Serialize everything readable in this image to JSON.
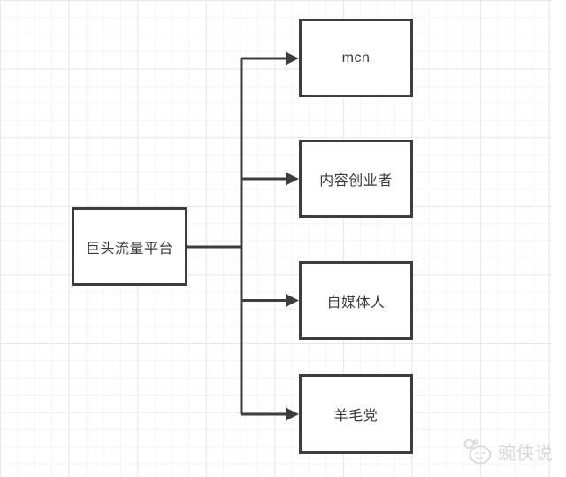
{
  "diagram": {
    "root": {
      "label": "巨头流量平台"
    },
    "children": [
      {
        "label": "mcn"
      },
      {
        "label": "内容创业者"
      },
      {
        "label": "自媒体人"
      },
      {
        "label": "羊毛党"
      }
    ]
  },
  "watermark": {
    "text": "豌侠说",
    "icon": "cat-mascot-icon"
  },
  "colors": {
    "line": "#3d3d3d",
    "node_border": "#3d3d3d",
    "node_fill": "#ffffff",
    "text": "#3a3a3a",
    "grid_minor": "#f4f4f4",
    "grid_major": "#e8e8e8",
    "watermark": "#d7d7d7",
    "background": "#ffffff"
  }
}
